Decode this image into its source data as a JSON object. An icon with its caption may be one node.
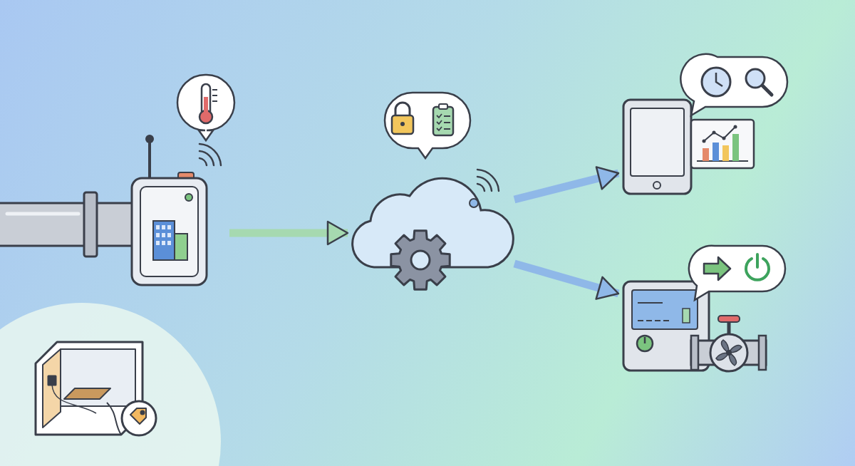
{
  "diagram": {
    "nodes": [
      {
        "text": [],
        "shape": "picture"
      },
      {
        "text": [],
        "shape": "picture"
      },
      {
        "text": [],
        "shape": "picture"
      },
      {
        "text": [],
        "shape": "picture"
      },
      {
        "text": [],
        "shape": "picture"
      }
    ],
    "edges": [
      {
        "from": 0,
        "to": 2,
        "arrow": "to",
        "color": "#a6d9b0"
      },
      {
        "from": 2,
        "to": 3,
        "arrow": "to"
      },
      {
        "from": 2,
        "to": 4,
        "arrow": "to"
      }
    ]
  }
}
